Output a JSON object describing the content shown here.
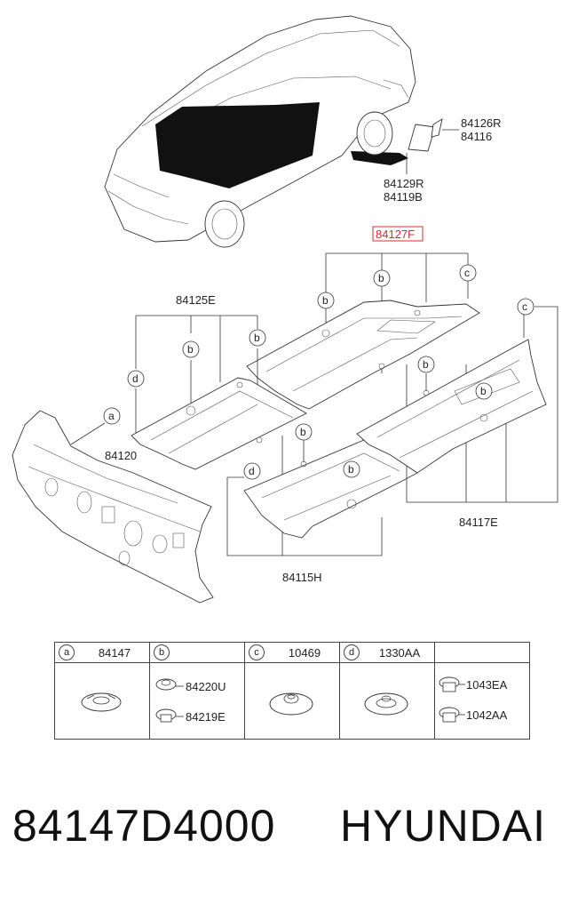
{
  "labels": {
    "p84126R": "84126R",
    "p84116": "84116",
    "p84129R": "84129R",
    "p84119B": "84119B",
    "p84127F": "84127F",
    "p84125E": "84125E",
    "p84120": "84120",
    "p84117E": "84117E",
    "p84115H": "84115H"
  },
  "callouts": {
    "a": "a",
    "b": "b",
    "c": "c",
    "d": "d"
  },
  "legend": {
    "headers": [
      {
        "letter": "a",
        "part": "84147"
      },
      {
        "letter": "b",
        "part": ""
      },
      {
        "letter": "c",
        "part": "10469"
      },
      {
        "letter": "d",
        "part": "1330AA"
      },
      {
        "letter": "",
        "part": ""
      }
    ],
    "b_parts": [
      "84220U",
      "84219E"
    ],
    "e_parts": [
      "1043EA",
      "1042AA"
    ]
  },
  "footer": {
    "part_number": "84147D4000",
    "brand": "HYUNDAI"
  },
  "colors": {
    "highlight": "#d9534f",
    "ink": "#222222"
  }
}
